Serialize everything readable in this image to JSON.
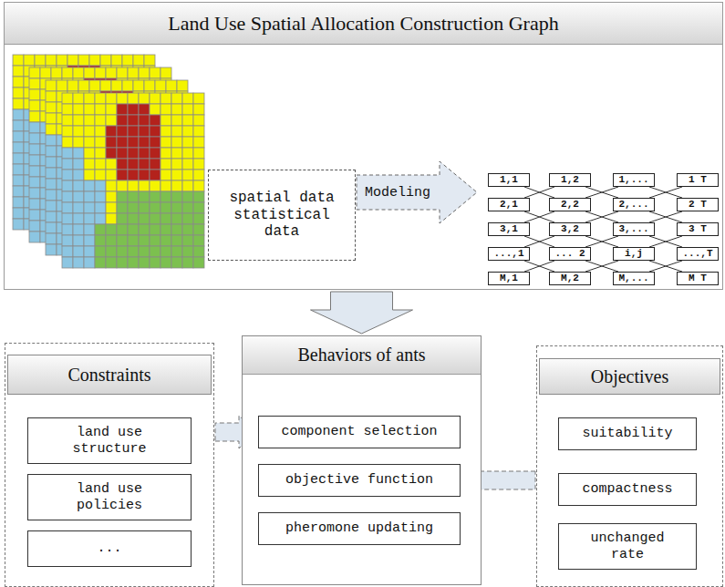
{
  "diagram": {
    "nodes": [
      {
        "text": [
          "Land Use Spatial Allocation Construction Graph"
        ]
      },
      {
        "text": [
          "spatial data statistical data"
        ],
        "in": 0
      },
      {
        "text": [
          "Modeling"
        ],
        "in": 0
      },
      {
        "text": [
          "1,1"
        ],
        "in": 0
      },
      {
        "text": [
          "1,2"
        ],
        "in": 0
      },
      {
        "text": [
          "1,..."
        ],
        "in": 0
      },
      {
        "text": [
          "1 T"
        ],
        "in": 0
      },
      {
        "text": [
          "2,1"
        ],
        "in": 0
      },
      {
        "text": [
          "2,2"
        ],
        "in": 0
      },
      {
        "text": [
          "2,..."
        ],
        "in": 0
      },
      {
        "text": [
          "2 T"
        ],
        "in": 0
      },
      {
        "text": [
          "3,1"
        ],
        "in": 0
      },
      {
        "text": [
          "3,2"
        ],
        "in": 0
      },
      {
        "text": [
          "3,..."
        ],
        "in": 0
      },
      {
        "text": [
          "3 T"
        ],
        "in": 0
      },
      {
        "text": [
          "...,1"
        ],
        "in": 0
      },
      {
        "text": [
          "... 2"
        ],
        "in": 0
      },
      {
        "text": [
          "i,j"
        ],
        "in": 0
      },
      {
        "text": [
          "...,T"
        ],
        "in": 0
      },
      {
        "text": [
          "M,1"
        ],
        "in": 0
      },
      {
        "text": [
          "M,2"
        ],
        "in": 0
      },
      {
        "text": [
          "M,..."
        ],
        "in": 0
      },
      {
        "text": [
          "M T"
        ],
        "in": 0
      },
      {
        "text": [
          "Constraints"
        ]
      },
      {
        "text": [
          "land use structure"
        ],
        "in": 23
      },
      {
        "text": [
          "land use policies"
        ],
        "in": 23
      },
      {
        "text": [
          "..."
        ],
        "in": 23
      },
      {
        "text": [
          "Behaviors of ants"
        ]
      },
      {
        "text": [
          "component selection"
        ],
        "in": 27
      },
      {
        "text": [
          "objective function"
        ],
        "in": 27
      },
      {
        "text": [
          "pheromone updating"
        ],
        "in": 27
      },
      {
        "text": [
          "Objectives"
        ]
      },
      {
        "text": [
          "suitability"
        ],
        "in": 31
      },
      {
        "text": [
          "compactness"
        ],
        "in": 31
      },
      {
        "text": [
          "unchanged rate"
        ],
        "in": 31
      }
    ],
    "edges": [
      {
        "from": 3,
        "to": 8,
        "arrow": "none"
      },
      {
        "from": 4,
        "to": 9,
        "arrow": "none"
      },
      {
        "from": 4,
        "to": 7,
        "arrow": "none"
      },
      {
        "from": 5,
        "to": 10,
        "arrow": "none"
      },
      {
        "from": 5,
        "to": 8,
        "arrow": "none"
      },
      {
        "from": 6,
        "to": 9,
        "arrow": "none"
      },
      {
        "from": 7,
        "to": 12,
        "arrow": "none"
      },
      {
        "from": 8,
        "to": 13,
        "arrow": "none"
      },
      {
        "from": 8,
        "to": 11,
        "arrow": "none"
      },
      {
        "from": 9,
        "to": 14,
        "arrow": "none"
      },
      {
        "from": 9,
        "to": 12,
        "arrow": "none"
      },
      {
        "from": 10,
        "to": 13,
        "arrow": "none"
      },
      {
        "from": 11,
        "to": 16,
        "arrow": "none"
      },
      {
        "from": 12,
        "to": 17,
        "arrow": "none"
      },
      {
        "from": 12,
        "to": 15,
        "arrow": "none"
      },
      {
        "from": 13,
        "to": 18,
        "arrow": "none"
      },
      {
        "from": 13,
        "to": 16,
        "arrow": "none"
      },
      {
        "from": 14,
        "to": 17,
        "arrow": "none"
      },
      {
        "from": 15,
        "to": 20,
        "arrow": "none"
      },
      {
        "from": 16,
        "to": 21,
        "arrow": "none"
      },
      {
        "from": 16,
        "to": 19,
        "arrow": "none"
      },
      {
        "from": 17,
        "to": 22,
        "arrow": "none"
      },
      {
        "from": 17,
        "to": 20,
        "arrow": "none"
      },
      {
        "from": 18,
        "to": 21,
        "arrow": "none"
      },
      {
        "from": 0,
        "to": 27,
        "arrow": "to"
      },
      {
        "from": 23,
        "to": 28,
        "arrow": "to"
      },
      {
        "from": 31,
        "to": 29,
        "arrow": "to"
      }
    ]
  }
}
